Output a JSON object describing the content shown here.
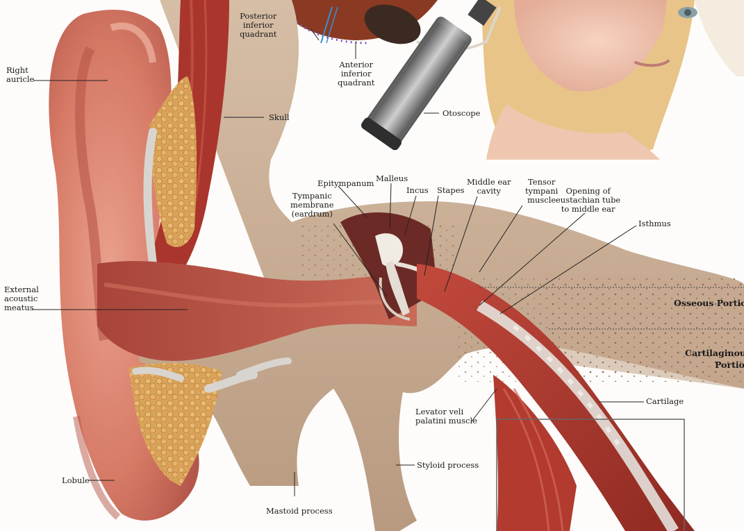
{
  "labels": {
    "posterior_inferior_quadrant": "Posterior\ninferior\nquadrant",
    "anterior_inferior_quadrant": "Anterior\ninferior\nquadrant",
    "right_auricle": "Right\nauricle",
    "skull": "Skull",
    "otoscope": "Otoscope",
    "epitympanum": "Epitympanum",
    "malleus": "Malleus",
    "incus": "Incus",
    "stapes": "Stapes",
    "middle_ear_cavity": "Middle ear\ncavity",
    "tensor_tympani_muscle": "Tensor\ntympani\nmuscle",
    "opening_eustachian_tube": "Opening of\neustachian tube\nto middle ear",
    "tympanic_membrane": "Tympanic\nmembrane\n(eardrum)",
    "isthmus": "Isthmus",
    "external_acoustic_meatus": "External\nacoustic\nmeatus",
    "osseous_portion": "Osseous Portion",
    "cartilaginous_portion": "Cartilaginous\nPortion",
    "cartilage": "Cartilage",
    "levator_veli_palatini": "Levator veli\npalatini muscle",
    "styloid_process": "Styloid process",
    "lobule": "Lobule",
    "mastoid_process": "Mastoid process"
  },
  "colors": {
    "skin": "#d9806e",
    "skin_dark": "#a8443a",
    "bone": "#c8ad93",
    "bone_dark": "#a88c72",
    "muscle": "#b8382e",
    "fat": "#d9a55a",
    "cartilage": "#dcd9d4",
    "leader": "#222222"
  }
}
